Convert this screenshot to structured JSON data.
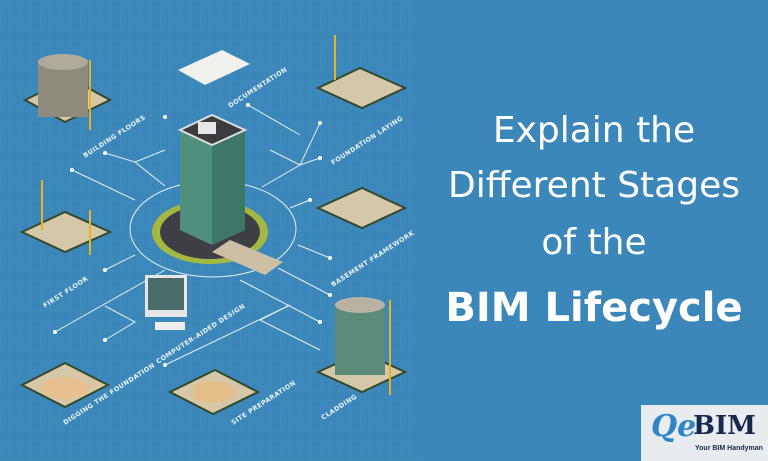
{
  "title": {
    "line1": "Explain the",
    "line2": "Different Stages",
    "line3": "of the",
    "line4": "BIM Lifecycle"
  },
  "diagram": {
    "labels": {
      "building_floors": "BUILDING FLOORS",
      "documentation": "DOCUMENTATION",
      "foundation_laying": "FOUNDATION LAYING",
      "basement_framework": "BASEMENT FRAMEWORK",
      "cladding": "CLADDING",
      "site_preparation": "SITE PREPARATION",
      "digging_the_foundation": "DIGGING THE FOUNDATION",
      "computer_aided_design": "COMPUTER-AIDED DESIGN",
      "first_floor": "FIRST FLOOR"
    }
  },
  "logo": {
    "mark": "Qe",
    "name": "BIM",
    "tagline": "Your BIM Handyman"
  },
  "colors": {
    "background": "#3b87b9",
    "accent_yellow": "#e8b321",
    "logo_navy": "#16294d",
    "logo_blue": "#2f86c6"
  }
}
